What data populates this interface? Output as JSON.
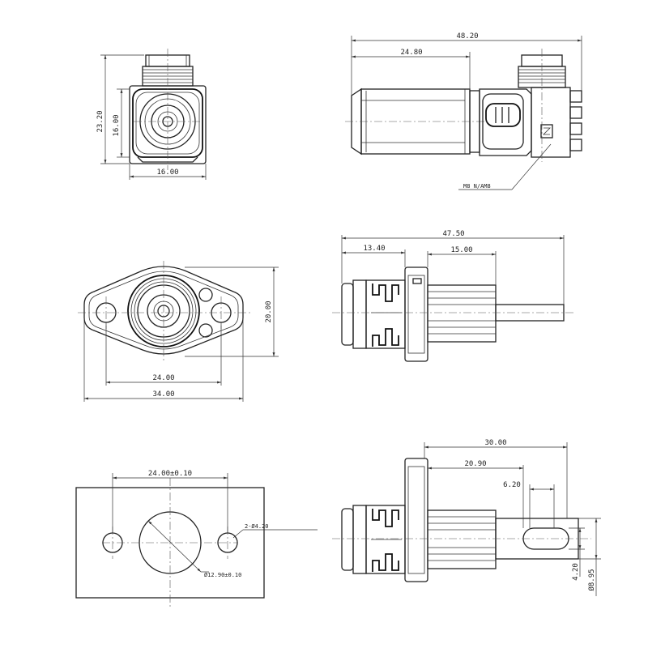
{
  "view_top_left": {
    "dim_height_overall": "23.20",
    "dim_height_body": "16.00",
    "dim_width_body": "16.00"
  },
  "view_top_right": {
    "dim_length_overall": "48.20",
    "dim_length_partial": "24.80",
    "callout_label": "M8 N/AM8"
  },
  "view_mid_left": {
    "dim_hole_spacing": "24.00",
    "dim_flange_width": "34.00",
    "dim_flange_height": "20.00"
  },
  "view_mid_right": {
    "dim_length_overall": "47.50",
    "dim_front_length": "13.40",
    "dim_rear_length": "15.00"
  },
  "view_bot_left": {
    "dim_hole_spacing": "24.00±0.10",
    "dim_small_holes": "2-Ø4.20",
    "dim_center_hole": "Ø12.90±0.10"
  },
  "view_bot_right": {
    "dim_length_overall": "30.00",
    "dim_length_mid": "20.90",
    "dim_slot_length": "6.20",
    "dim_slot_width": "4.20",
    "dim_pin_diameter": "Ø8.95"
  }
}
